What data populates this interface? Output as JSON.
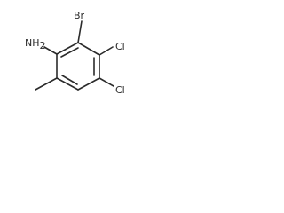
{
  "molecule": {
    "substituents": {
      "amine_label": "NH",
      "amine_subscript": "2",
      "bromo_label": "Br",
      "chloro_upper_label": "Cl",
      "chloro_lower_label": "Cl"
    }
  }
}
